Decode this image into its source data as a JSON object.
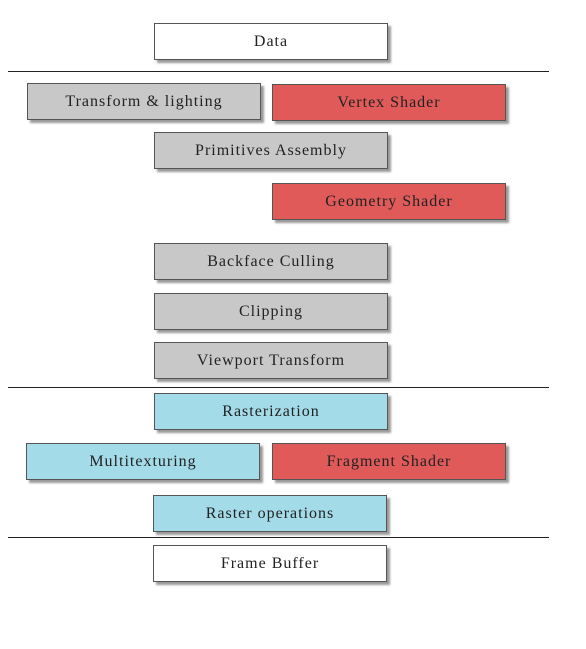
{
  "diagram": {
    "colors": {
      "data": "#ffffff",
      "fixed_function": "#c8c8c8",
      "shader": "#e05a5a",
      "raster": "#a3dbe8",
      "frame": "#ffffff"
    },
    "boxes": {
      "data": "Data",
      "transform_lighting": "Transform & lighting",
      "vertex_shader": "Vertex Shader",
      "primitives_assembly": "Primitives Assembly",
      "geometry_shader": "Geometry Shader",
      "backface_culling": "Backface Culling",
      "clipping": "Clipping",
      "viewport_transform": "Viewport Transform",
      "rasterization": "Rasterization",
      "multitexturing": "Multitexturing",
      "fragment_shader": "Fragment Shader",
      "raster_operations": "Raster operations",
      "frame_buffer": "Frame Buffer"
    }
  }
}
